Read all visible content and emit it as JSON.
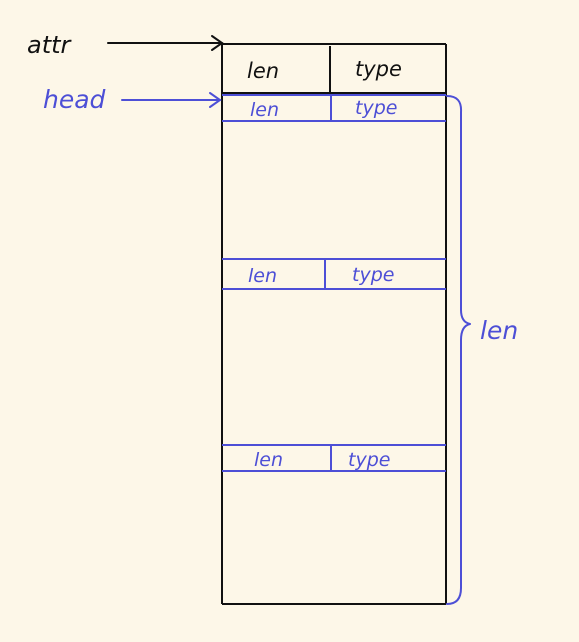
{
  "labels": {
    "attr": "attr",
    "head": "head",
    "brace_len": "len"
  },
  "top_header": {
    "len": "len",
    "type": "type"
  },
  "sub_headers": [
    {
      "len": "len",
      "type": "type"
    },
    {
      "len": "len",
      "type": "type"
    },
    {
      "len": "len",
      "type": "type"
    }
  ],
  "colors": {
    "background": "#fdf7e8",
    "black_ink": "#111111",
    "blue_ink": "#4d4fd6"
  }
}
